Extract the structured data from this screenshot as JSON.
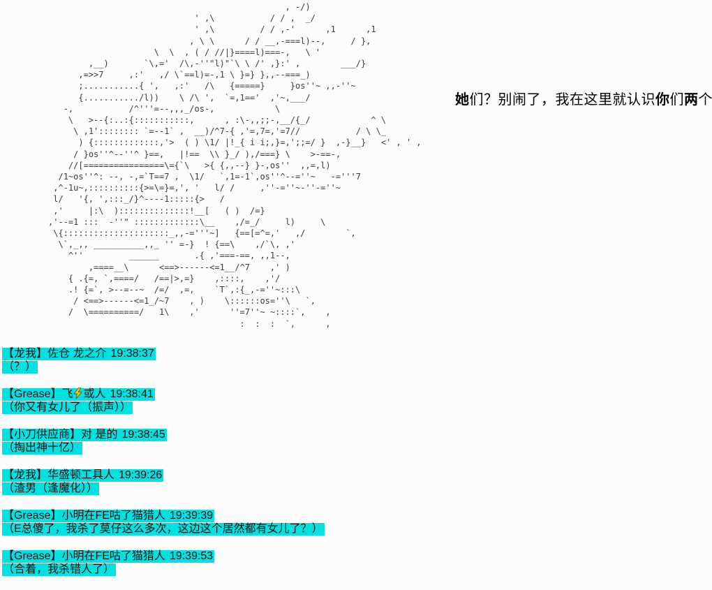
{
  "ascii_art": {
    "description": "line-art ASCII drawing of an armored rider on a motorcycle",
    "lines": [
      "                                                        , -/)",
      "                                      ' ,\\           / / ,  _/",
      "                                      ' ,\\         / / ,-'      ,1      ,1",
      "                                     , \\ \\      / / __,-===l)--,     / },",
      "                              \\  \\  , ( / //|}====l)===-,   \\ '",
      "                 ,__)       `\\,='  /\\,-''\"l)\"`\\ \\ /' ,}:' ,        ___/}",
      "               ,=>>7     ,:'   ,/ \\`==l)=-,1 \\ }=} },,--===_)",
      "               ;...........{ ',   ,:'   /\\   {=====}     }os''~ ,,-''~",
      "               {.........../l))    \\ /\\ ',  `=,1=='  ,'~,___/",
      "            -,           /^'''=--,,,_/os-,            \\",
      "             \\   >--{:..:{:::::::::::,      , :\\-,,;;-,__/{_/            ^ \\",
      "              \\ ,1':::::::: `=--1` ,  __)/^7-{ ,'=,7=,'=7//           / \\ \\_",
      "               ) {:::::::::::::,'>  ( ) \\1/ |!_{ i i;,}=,';;=/ }  ,-}__}   <' , ' ,",
      "              / }os''^--''^ }==,   |!==  \\\\ }_/ ),/===} \\    >-==-,",
      "             //[================\\={`\\   >{ {,,--} }-,os''  ,,=,l)",
      "           /1~os''^: --, -,=`T==7 ,  \\1/   `,1=-1`,os''^--=''~   -='''7",
      "          ,^-1u~,::::::::::{>=\\=}=,', '   l/ /     ,''-=''~-''-=''~",
      "          l/   '{, ',:::_/}^----1:::::{>   /",
      "          ,'     |:\\  )::::::::::::::!__[   ( )  /=}",
      "         ,'--=1 :::  -''\" :::::::::::::\\__    ,/=_/     l)     \\",
      "          \\{:::::::::::::::::::::_,,-='''~]   {==[=^=,'   ,/        `,",
      "           \\`,_,, __________,,_ '' =-}  ! {==\\    ,/`\\, ,'",
      "             ^''         ______       .{ ,'===-==, ,,1--,",
      "                 ,====__\\      <==>------<=1__/^7    ,' )",
      "             { .{=, `,====/   /==|>,=}    ,::::,    ,'/",
      "             .! {=`, >--=--~  /=/  ,=,    `T`,:{_,-=''~:::\\",
      "              / <==>------<=1_/~7    , )    \\::::::os=''\\   `,",
      "             /  \\==========/   1\\    ,'      ''=7''~ ~::::`,    ,",
      "                                               :  :  :  `,      ,"
    ]
  },
  "speech": {
    "full_text": "她们？别闹了，我在这里就认识你们两个",
    "segments": [
      {
        "text": "她"
      },
      {
        "text": "们？别闹了，我在这里就认识"
      },
      {
        "text": "你"
      },
      {
        "text": "们"
      },
      {
        "text": "两"
      },
      {
        "text": "个"
      }
    ]
  },
  "icons": {
    "high_voltage": "⚡"
  },
  "colors": {
    "highlight": "#00e2e2",
    "background": "#fcfcfc",
    "bolt_yellow": "#ffc918"
  },
  "messages": [
    {
      "header": "【龙我】佐仓 龙之介",
      "time": "19:38:37",
      "content": "（？）"
    },
    {
      "header_pre": "【Grease】飞",
      "header_post": "或人",
      "time": "19:38:41",
      "content": "（你又有女儿了（振声））"
    },
    {
      "header": "【小刀供应商】对 是的",
      "time": "19:38:45",
      "content": "（掏出神十亿）"
    },
    {
      "header": "【龙我】华盛顿工具人",
      "time": "19:39:26",
      "content": "（渣男（逢魔化））"
    },
    {
      "header": "【Grease】小明在FE咕了猫猎人",
      "time": "19:39:39",
      "content": "（E总傻了，我杀了莫仔这么多次，这边这个居然都有女儿了？）"
    },
    {
      "header": "【Grease】小明在FE咕了猫猎人",
      "time": "19:39:53",
      "content": "（合着，我杀错人了）"
    }
  ]
}
